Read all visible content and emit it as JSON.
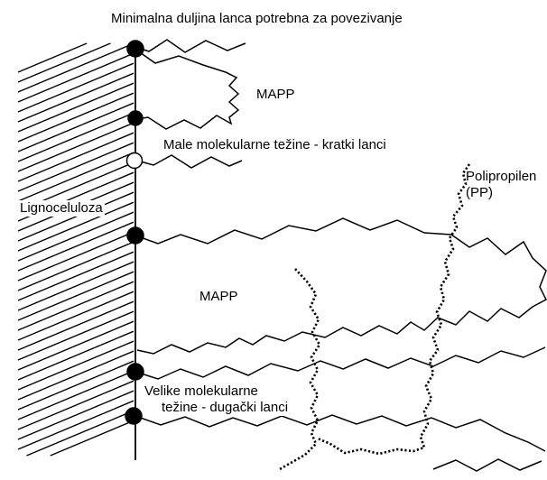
{
  "labels": {
    "top_title": "Minimalna duljina lanca potrebna za povezivanje",
    "mapp_upper": "MAPP",
    "short_chains": "Male molekularne težine - kratki lanci",
    "polypropylene_line1": "Polipropilen",
    "polypropylene_line2": "(PP)",
    "lignocellulose": "Lignoceluloza",
    "mapp_lower": "MAPP",
    "long_chains_line1": "Velike molekularne",
    "long_chains_line2": "težine - dugački lanci"
  },
  "colors": {
    "ink": "#000000",
    "background": "#ffffff",
    "open_anchor_fill": "#ffffff"
  }
}
